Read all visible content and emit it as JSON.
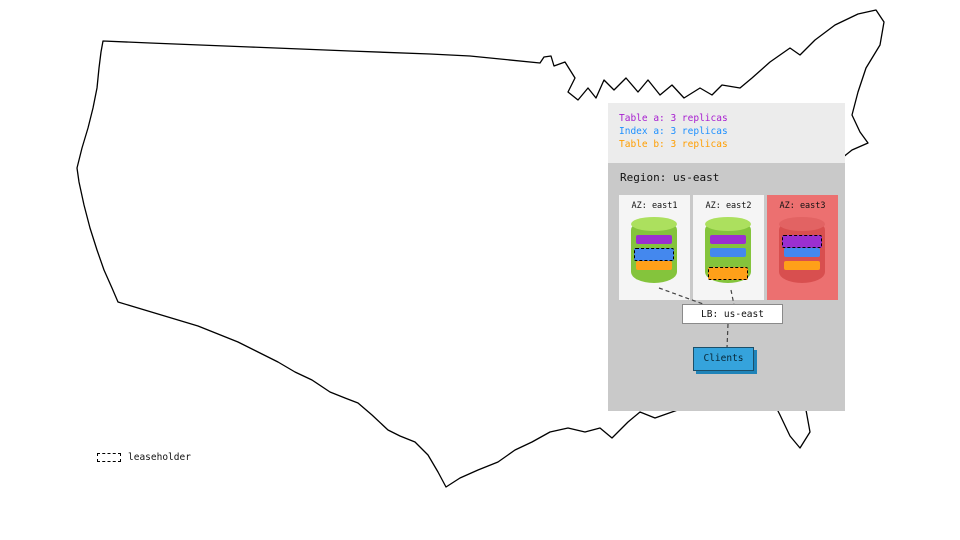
{
  "legend": {
    "items": [
      {
        "label": "Table a: 3 replicas",
        "color": "#a820d0",
        "object": "table-a"
      },
      {
        "label": "Index a: 3 replicas",
        "color": "#1e90ff",
        "object": "index-a"
      },
      {
        "label": "Table b: 3 replicas",
        "color": "#ff9e00",
        "object": "table-b"
      }
    ]
  },
  "region": {
    "label": "Region: us-east",
    "azs": [
      {
        "label": "AZ: east1",
        "status": "healthy",
        "replicas": [
          "table-a",
          "index-a",
          "table-b"
        ],
        "leaseholder": "index-a"
      },
      {
        "label": "AZ: east2",
        "status": "healthy",
        "replicas": [
          "table-a",
          "index-a",
          "table-b"
        ],
        "leaseholder": "table-b"
      },
      {
        "label": "AZ: east3",
        "status": "down",
        "replicas": [
          "table-a",
          "index-a",
          "table-b"
        ],
        "leaseholder": "table-a"
      }
    ],
    "lb_label": "LB: us-east",
    "clients_label": "Clients"
  },
  "map_legend": {
    "label": "leaseholder"
  },
  "colors": {
    "replica_table_a": "#9b2fd0",
    "replica_index_a": "#4488ee",
    "replica_table_b": "#ffa019",
    "legend_bg": "#ececec",
    "region_bg": "#c9c9c9",
    "az_bg": "#f5f5f5",
    "az_down_bg": "#ec7070",
    "cylinder_green": "#84c43c",
    "cylinder_red": "#d84f4f",
    "clients_blue": "#35a3dc",
    "map_outline": "#000000"
  }
}
